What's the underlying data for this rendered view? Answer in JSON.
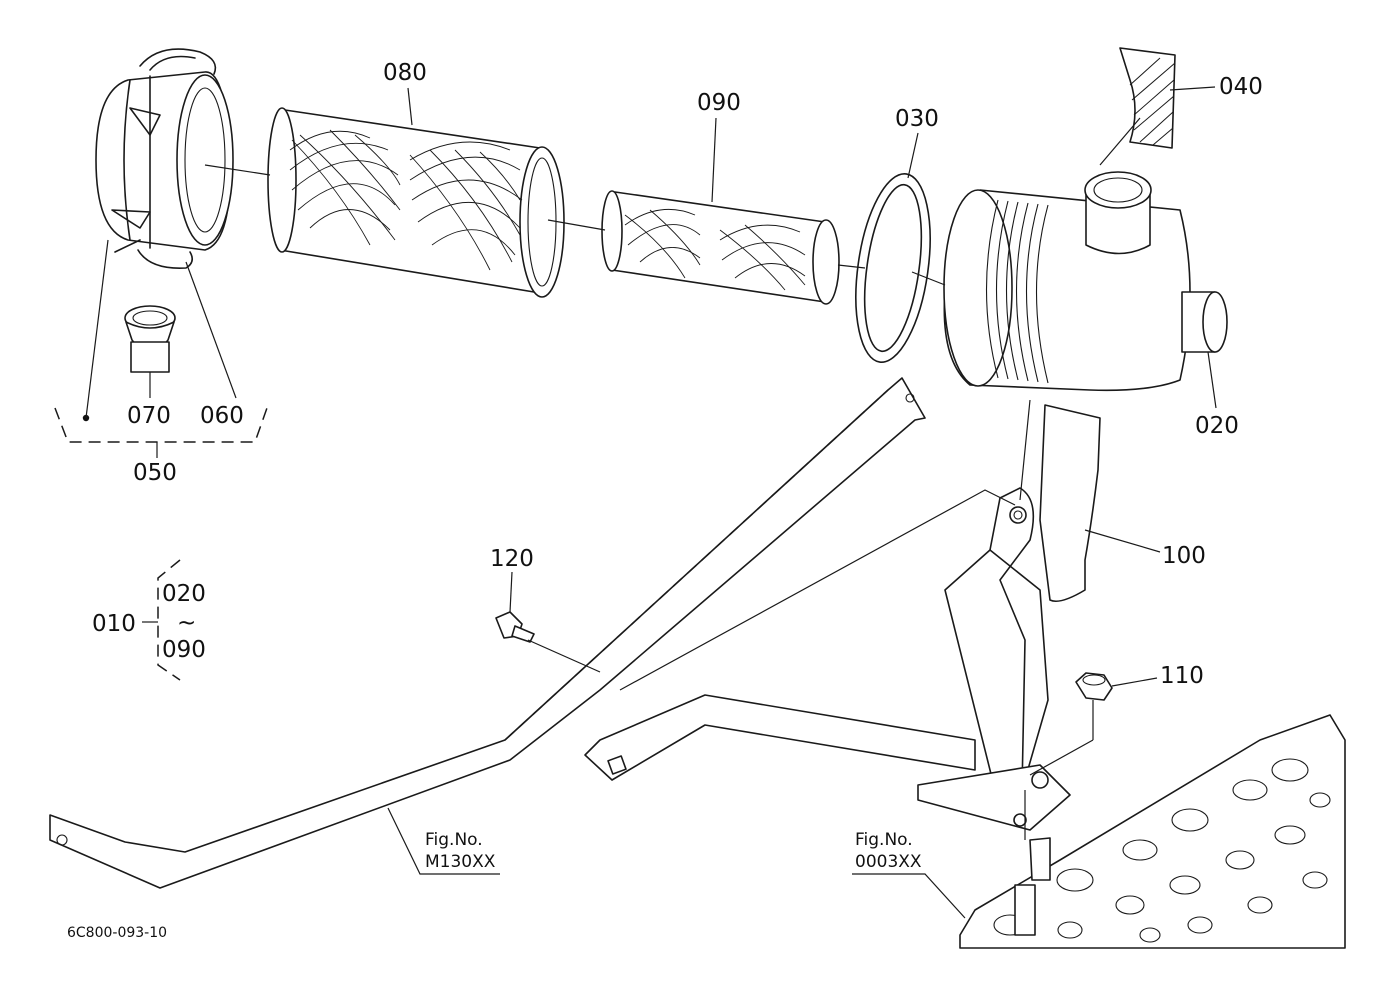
{
  "labels": {
    "p080": "080",
    "p090": "090",
    "p030": "030",
    "p040": "040",
    "p020": "020",
    "p070": "070",
    "p060": "060",
    "p050": "050",
    "p120": "120",
    "p100": "100",
    "p110": "110",
    "p010": "010",
    "range_from": "020",
    "range_sep": "~",
    "range_to": "090"
  },
  "references": {
    "ref1_title": "Fig.No.",
    "ref1_code": "M130XX",
    "ref2_title": "Fig.No.",
    "ref2_code": "0003XX"
  },
  "drawing_id": "6C800-093-10"
}
